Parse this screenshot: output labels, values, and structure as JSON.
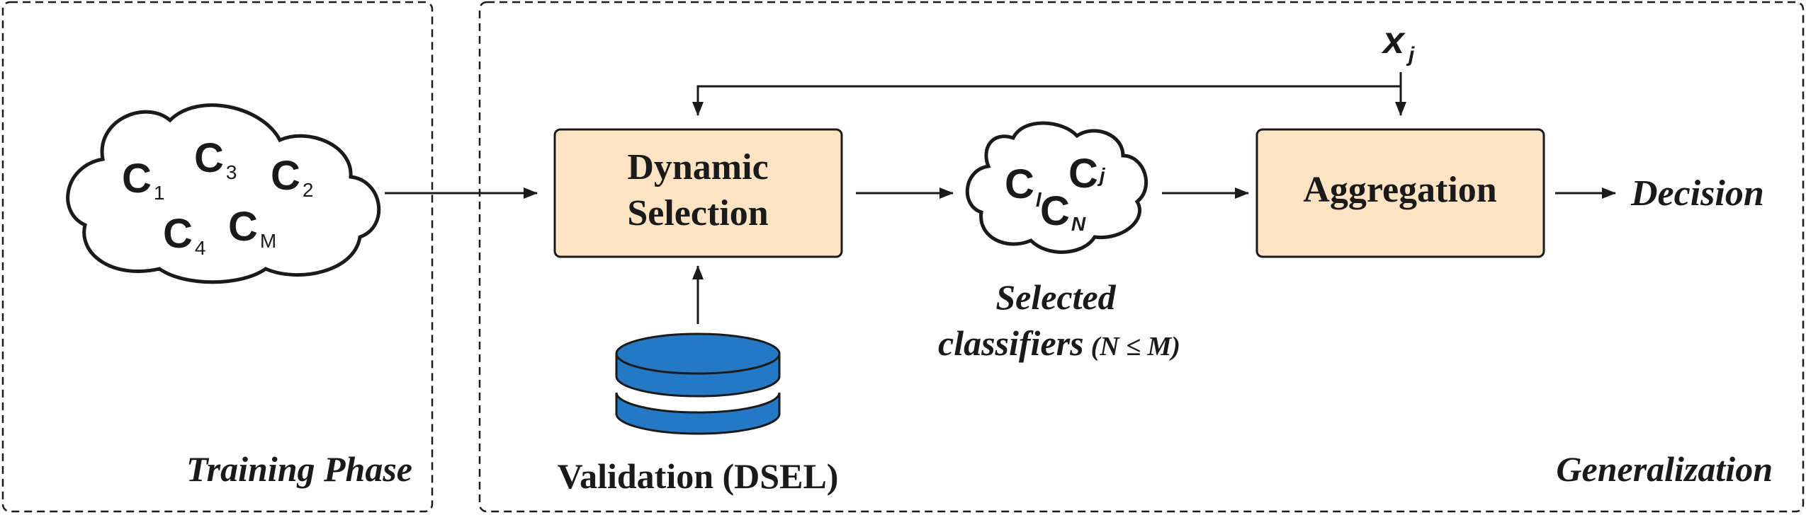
{
  "panels": {
    "training_label": "Training Phase",
    "generalization_label": "Generalization"
  },
  "pool": {
    "classifiers": [
      {
        "letter": "C",
        "sub": "1"
      },
      {
        "letter": "C",
        "sub": "3"
      },
      {
        "letter": "C",
        "sub": "2"
      },
      {
        "letter": "C",
        "sub": "4"
      },
      {
        "letter": "C",
        "sub": "M"
      }
    ]
  },
  "dynamic_selection": {
    "line1": "Dynamic",
    "line2": "Selection"
  },
  "validation": {
    "label": "Validation (DSEL)"
  },
  "selected": {
    "classifiers": [
      {
        "letter": "C",
        "sub": "l"
      },
      {
        "letter": "C",
        "sub": "j"
      },
      {
        "letter": "C",
        "sub": "N"
      }
    ],
    "caption_line1": "Selected",
    "caption_line2": "classifiers",
    "condition": "(N ≤ M)"
  },
  "aggregation": {
    "label": "Aggregation"
  },
  "input": {
    "symbol": "x",
    "sub": "j"
  },
  "output": {
    "label": "Decision"
  },
  "colors": {
    "box_fill": "#FBE3C4",
    "database_fill": "#2478C4",
    "stroke": "#1a1a1a"
  }
}
